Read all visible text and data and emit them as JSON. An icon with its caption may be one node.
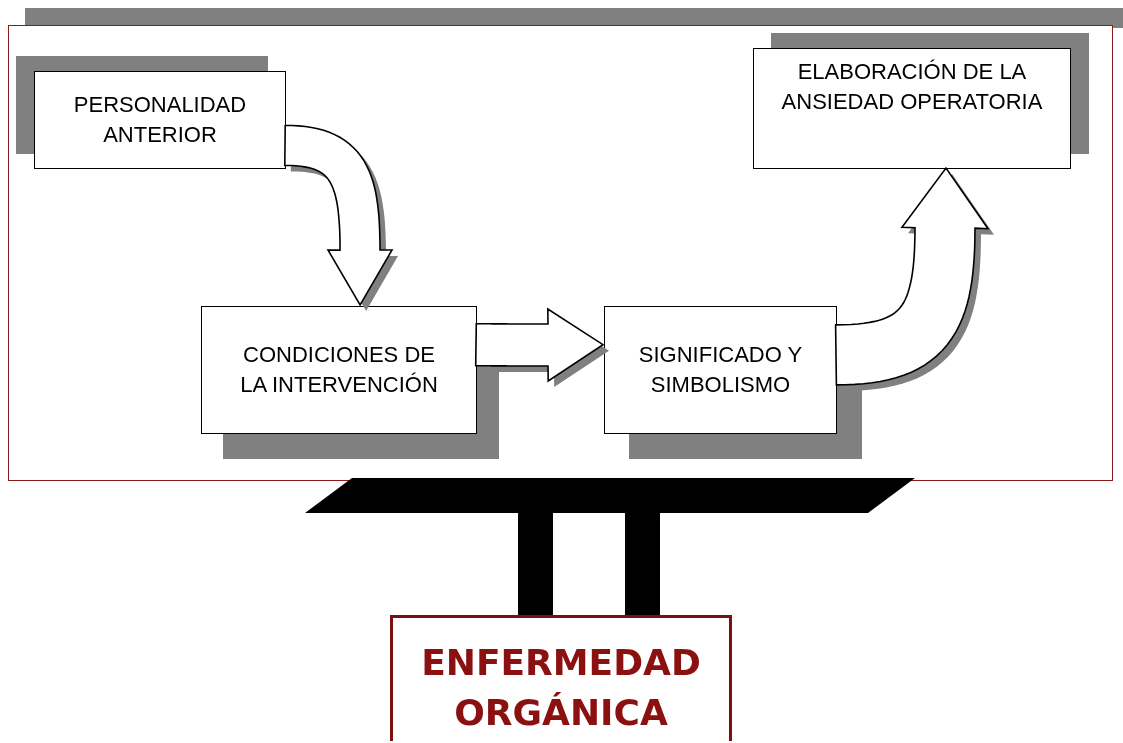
{
  "diagram": {
    "nodes": [
      {
        "text": [],
        "shape": "box"
      },
      {
        "text": [
          "PERSONALIDAD ANTERIOR"
        ],
        "in": 0
      },
      {
        "text": [
          "CONDICIONES DE LA INTERVENCIÓN"
        ],
        "in": 0
      },
      {
        "text": [
          "SIGNIFICADO Y SIMBOLISMO"
        ],
        "in": 0
      },
      {
        "text": [
          "ELABORACIÓN DE LA ANSIEDAD OPERATORIA"
        ],
        "in": 0
      },
      {
        "text": [
          "ENFERMEDAD ORGÁNICA"
        ]
      }
    ],
    "edges": [
      {
        "from": 1,
        "to": 2,
        "arrow": "to",
        "style": "thick"
      },
      {
        "from": 2,
        "to": 3,
        "arrow": "to",
        "style": "thick"
      },
      {
        "from": 3,
        "to": 4,
        "arrow": "to",
        "style": "thick"
      }
    ]
  }
}
